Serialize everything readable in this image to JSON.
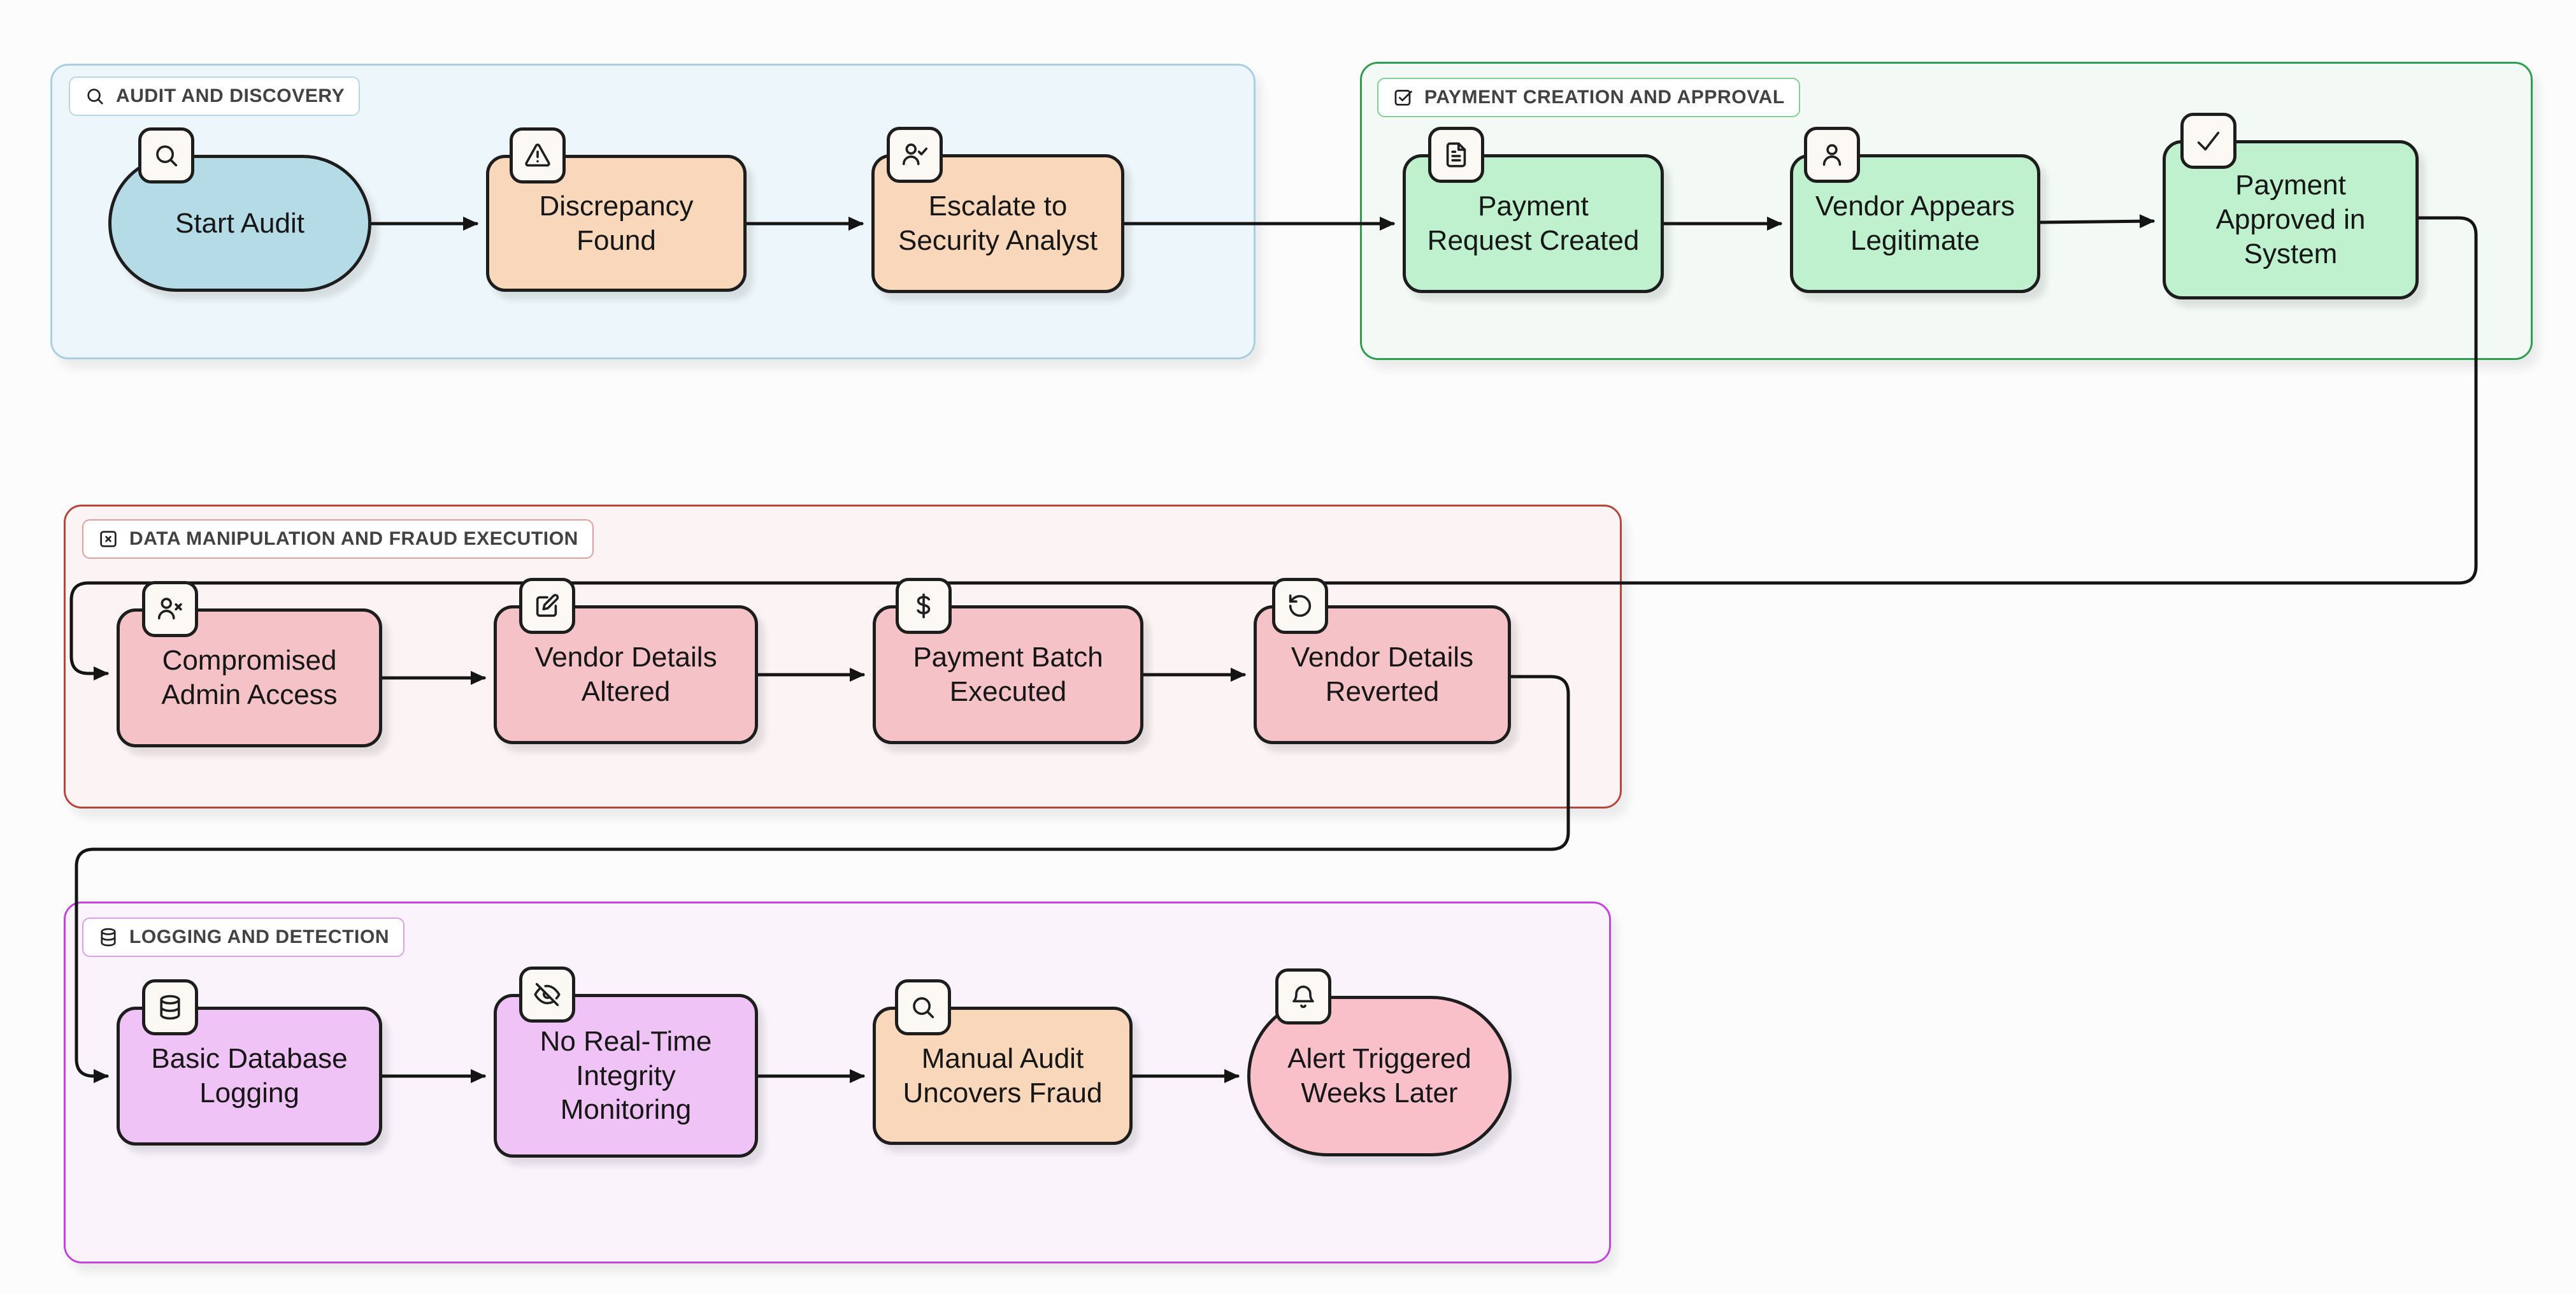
{
  "groups": [
    {
      "id": "audit",
      "label": "AUDIT AND DISCOVERY",
      "icon": "search-icon",
      "fill": "#edf6fa",
      "border": "#a9cfe1",
      "chip_border": "#b9d8e6"
    },
    {
      "id": "payment",
      "label": "PAYMENT CREATION AND APPROVAL",
      "icon": "checkbox-icon",
      "fill": "#f3faf5",
      "border": "#2d9e4e",
      "chip_border": "#7fcf96"
    },
    {
      "id": "fraud",
      "label": "DATA MANIPULATION AND FRAUD EXECUTION",
      "icon": "x-square-icon",
      "fill": "#fcf4f4",
      "border": "#b5463c",
      "chip_border": "#e0a19a"
    },
    {
      "id": "logging",
      "label": "LOGGING AND DETECTION",
      "icon": "database-icon",
      "fill": "#faf3fc",
      "border": "#c244dd",
      "chip_border": "#de9fe9"
    }
  ],
  "nodes": [
    {
      "id": "start-audit",
      "group": "audit",
      "label": "Start Audit",
      "icon": "search-icon",
      "shape": "stadium",
      "fill": "#b5dbe7"
    },
    {
      "id": "discrepancy-found",
      "group": "audit",
      "label": "Discrepancy\nFound",
      "icon": "warning-icon",
      "shape": "rect",
      "fill": "#f8d7ba"
    },
    {
      "id": "escalate-analyst",
      "group": "audit",
      "label": "Escalate to\nSecurity Analyst",
      "icon": "user-check-icon",
      "shape": "rect",
      "fill": "#f8d7ba"
    },
    {
      "id": "payment-request",
      "group": "payment",
      "label": "Payment\nRequest Created",
      "icon": "document-icon",
      "shape": "rect",
      "fill": "#bff1ce"
    },
    {
      "id": "vendor-legitimate",
      "group": "payment",
      "label": "Vendor Appears\nLegitimate",
      "icon": "user-icon",
      "shape": "rect",
      "fill": "#bff1ce"
    },
    {
      "id": "payment-approved",
      "group": "payment",
      "label": "Payment\nApproved in\nSystem",
      "icon": "check-icon",
      "shape": "rect",
      "fill": "#bff1ce"
    },
    {
      "id": "compromised-admin",
      "group": "fraud",
      "label": "Compromised\nAdmin Access",
      "icon": "user-x-icon",
      "shape": "rect",
      "fill": "#f5c3c7"
    },
    {
      "id": "vendor-altered",
      "group": "fraud",
      "label": "Vendor Details\nAltered",
      "icon": "edit-icon",
      "shape": "rect",
      "fill": "#f5c3c7"
    },
    {
      "id": "payment-batch",
      "group": "fraud",
      "label": "Payment Batch\nExecuted",
      "icon": "dollar-icon",
      "shape": "rect",
      "fill": "#f5c3c7"
    },
    {
      "id": "vendor-reverted",
      "group": "fraud",
      "label": "Vendor Details\nReverted",
      "icon": "undo-icon",
      "shape": "rect",
      "fill": "#f5c3c7"
    },
    {
      "id": "basic-logging",
      "group": "logging",
      "label": "Basic Database\nLogging",
      "icon": "database-icon",
      "shape": "rect",
      "fill": "#efc3f6"
    },
    {
      "id": "no-monitoring",
      "group": "logging",
      "label": "No Real-Time\nIntegrity\nMonitoring",
      "icon": "eye-off-icon",
      "shape": "rect",
      "fill": "#efc3f6"
    },
    {
      "id": "manual-audit",
      "group": "logging",
      "label": "Manual Audit\nUncovers Fraud",
      "icon": "search-icon",
      "shape": "rect",
      "fill": "#f8d7ba"
    },
    {
      "id": "alert-triggered",
      "group": "logging",
      "label": "Alert Triggered\nWeeks Later",
      "icon": "bell-icon",
      "shape": "stadium",
      "fill": "#f9c0ca"
    }
  ],
  "edges": [
    {
      "from": "start-audit",
      "to": "discrepancy-found"
    },
    {
      "from": "discrepancy-found",
      "to": "escalate-analyst"
    },
    {
      "from": "escalate-analyst",
      "to": "payment-request"
    },
    {
      "from": "payment-request",
      "to": "vendor-legitimate"
    },
    {
      "from": "vendor-legitimate",
      "to": "payment-approved"
    },
    {
      "from": "payment-approved",
      "to": "compromised-admin"
    },
    {
      "from": "compromised-admin",
      "to": "vendor-altered"
    },
    {
      "from": "vendor-altered",
      "to": "payment-batch"
    },
    {
      "from": "payment-batch",
      "to": "vendor-reverted"
    },
    {
      "from": "vendor-reverted",
      "to": "basic-logging"
    },
    {
      "from": "basic-logging",
      "to": "no-monitoring"
    },
    {
      "from": "no-monitoring",
      "to": "manual-audit"
    },
    {
      "from": "manual-audit",
      "to": "alert-triggered"
    }
  ]
}
